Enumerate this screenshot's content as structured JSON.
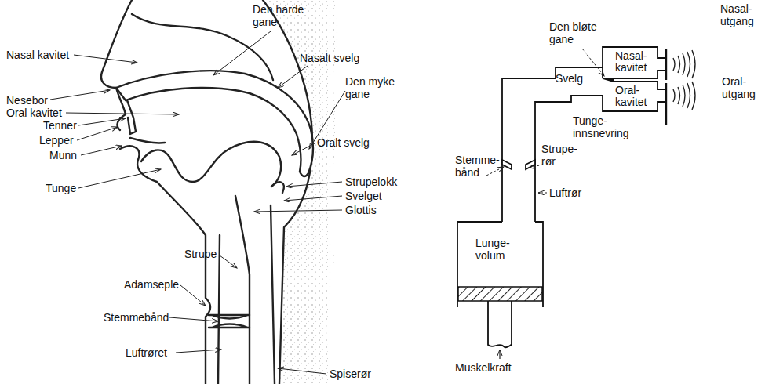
{
  "diagram": {
    "labels": [
      "Nasal kavitet",
      "Den harde gane",
      "Nesebor",
      "Oral kavitet",
      "Nasalt svelg",
      "Tenner",
      "Lepper",
      "Munn",
      "Den myke gane",
      "Tunge",
      "Oralt svelg",
      "Strupelokk",
      "Svelget",
      "Glottis",
      "Strupe",
      "Adamseple",
      "Stemmebånd",
      "Luftrøret",
      "Spiserør",
      "Den bløte gane",
      "Nasal- utgang",
      "Nasal- kavitet",
      "Svelg",
      "Oral- kavitet",
      "Oral- utgang",
      "Tunge- innsnevring",
      "Stemme- bånd",
      "Strupe- rør",
      "Luftrør",
      "Lunge- volum",
      "Muskelkraft"
    ]
  }
}
